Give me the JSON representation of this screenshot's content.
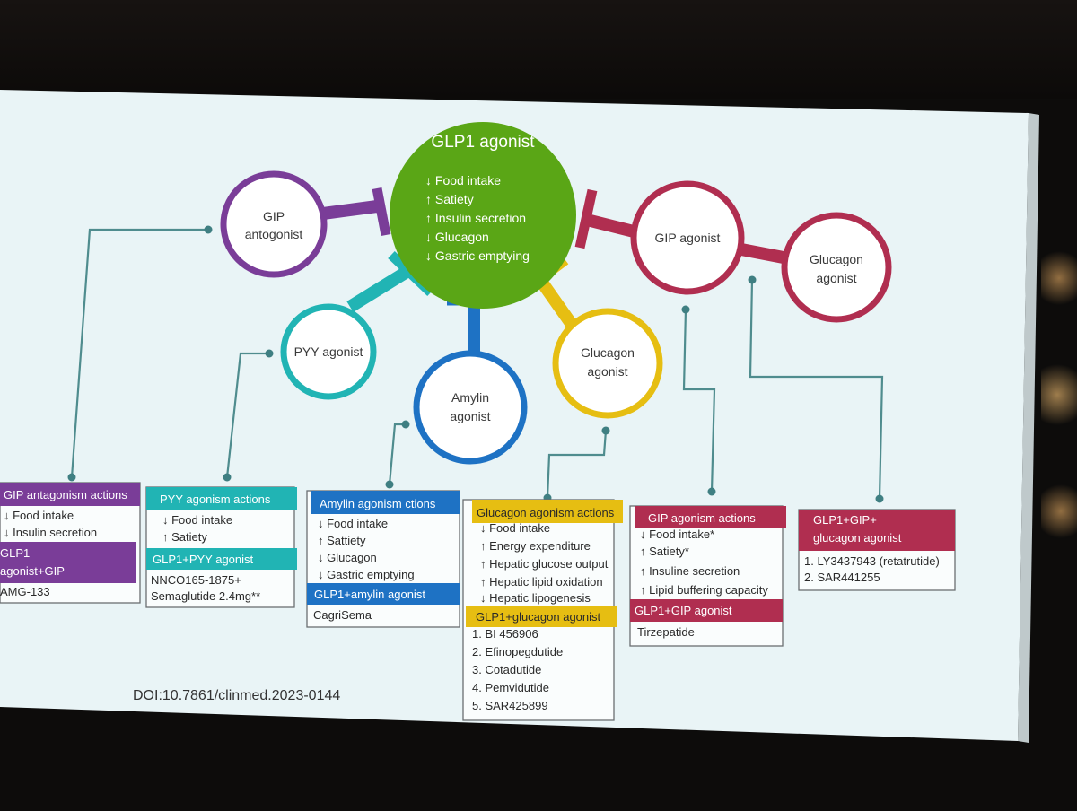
{
  "center": {
    "title": "GLP1 agonist",
    "effects": [
      "↓ Food intake",
      "↑ Satiety",
      "↑ Insulin secretion",
      "↓ Glucagon",
      "↓ Gastric emptying"
    ]
  },
  "circles": {
    "gip_antagonist": [
      "GIP",
      "antogonist"
    ],
    "pyy": [
      "PYY agonist"
    ],
    "amylin": [
      "Amylin",
      "agonist"
    ],
    "glucagon": [
      "Glucagon",
      "agonist"
    ],
    "gip_agonist": [
      "GIP agonist"
    ],
    "glucagon_right": [
      "Glucagon",
      "agonist"
    ]
  },
  "boxes": {
    "gip_antagonism": {
      "header": "GIP antagonism actions",
      "items": [
        "↓ Food intake",
        "↓ Insulin secretion"
      ],
      "combo_header": [
        "GLP1",
        "agonist+GIP"
      ],
      "drugs": [
        "AMG-133"
      ]
    },
    "pyy": {
      "header": "PYY agonism actions",
      "items": [
        "↓ Food intake",
        "↑ Satiety"
      ],
      "combo_header": [
        "GLP1+PYY agonist"
      ],
      "drugs": [
        "NNCO165-1875+",
        "Semaglutide 2.4mg**"
      ]
    },
    "amylin": {
      "header": "Amylin agonism ctions",
      "items": [
        "↓ Food intake",
        "↑ Sattiety",
        "↓ Glucagon",
        "↓ Gastric emptying"
      ],
      "combo_header": [
        "GLP1+amylin agonist"
      ],
      "drugs": [
        "CagriSema"
      ]
    },
    "glucagon": {
      "header": "Glucagon agonism actions",
      "items": [
        "↓ Food intake",
        "↑ Energy expenditure",
        "↑ Hepatic glucose output",
        "↑ Hepatic lipid oxidation",
        "↓ Hepatic lipogenesis"
      ],
      "combo_header": [
        "GLP1+glucagon agonist"
      ],
      "drugs": [
        "1. BI 456906",
        "2. Efinopegdutide",
        "3. Cotadutide",
        "4. Pemvidutide",
        "5. SAR425899"
      ]
    },
    "gip_agonism": {
      "header": "GIP agonism actions",
      "items": [
        "↓ Food intake*",
        "↑ Satiety*",
        "↑ Insuline secretion",
        "↑ Lipid buffering capacity"
      ],
      "combo_header": [
        "GLP1+GIP agonist"
      ],
      "drugs": [
        "Tirzepatide"
      ]
    },
    "triple": {
      "header": [
        "GLP1+GIP+",
        "glucagon agonist"
      ],
      "drugs": [
        "1. LY3437943 (retatrutide)",
        "2. SAR441255"
      ]
    }
  },
  "doi": "DOI:10.7861/clinmed.2023-0144",
  "colors": {
    "glp1": "#5aa616",
    "gip_antagonist": "#7a3d98",
    "pyy": "#21b4b4",
    "amylin": "#1e72c4",
    "glucagon": "#e6be12",
    "gip_agonist": "#b02e50",
    "connector": "#4f8c8e"
  }
}
